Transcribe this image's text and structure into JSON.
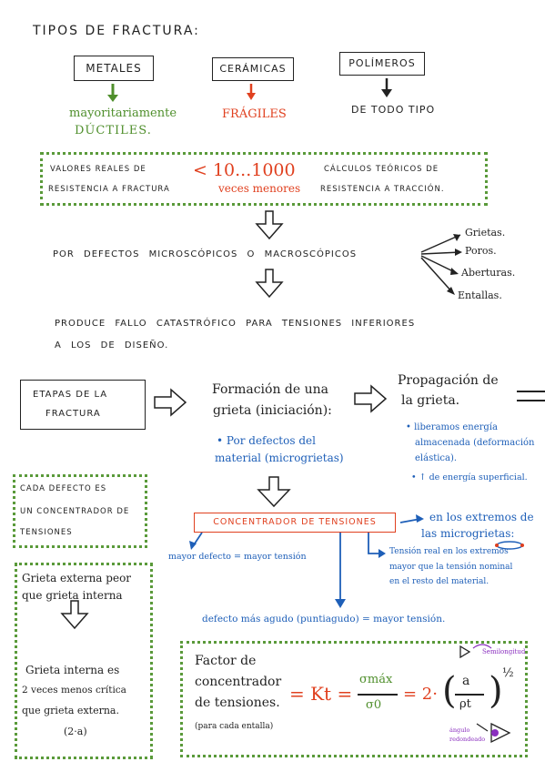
{
  "title": "TIPOS DE FRACTURA:",
  "types": {
    "metales": "METALES",
    "ceramicas": "CERÁMICAS",
    "polimeros": "POLÍMEROS",
    "metales_note_1": "mayoritariamente",
    "metales_note_2": "DÚCTILES.",
    "ceramicas_note": "FRÁGILES",
    "polimeros_note": "DE TODO TIPO"
  },
  "values_box": {
    "left_1": "VALORES REALES DE",
    "left_2": "RESISTENCIA A FRACTURA",
    "range": "< 10...1000",
    "range_note": "veces menores",
    "right_1": "CÁLCULOS TEÓRICOS DE",
    "right_2": "RESISTENCIA A TRACCIÓN."
  },
  "defects_line": "POR DEFECTOS MICROSCÓPICOS O MACROSCÓPICOS",
  "defect_list": [
    "Grietas.",
    "Poros.",
    "Aberturas.",
    "Entallas."
  ],
  "failure_1": "PRODUCE FALLO CATASTRÓFICO PARA TENSIONES INFERIORES",
  "failure_2": "A LOS DE DISEÑO.",
  "stages": {
    "box_1": "ETAPAS DE LA",
    "box_2": "FRACTURA",
    "formation_1": "Formación de una",
    "formation_2": "grieta (iniciación):",
    "formation_bullet_1": "• Por defectos del",
    "formation_bullet_2": "material (microgrietas)",
    "propagation_1": "Propagación de",
    "propagation_2": "la grieta.",
    "prop_b1_1": "• liberamos energía",
    "prop_b1_2": "almacenada (deformación",
    "prop_b1_3": "elástica).",
    "prop_b2": "• ↑ de energía superficial."
  },
  "concentrator": {
    "label": "CONCENTRADOR DE TENSIONES",
    "right_1": "en los extremos de",
    "right_2": "las microgrietas:",
    "left_note": "mayor defecto = mayor tensión",
    "real_1": "Tensión real en los extremos",
    "real_2": "mayor que la tensión nominal",
    "real_3": "en el resto del material.",
    "bottom_note": "defecto más agudo (puntiagudo) = mayor tensión."
  },
  "side_box_1": [
    "CADA DEFECTO ES",
    "UN CONCENTRADOR DE",
    "TENSIONES"
  ],
  "side_box_2": {
    "l1": "Grieta externa peor",
    "l2": "que grieta interna",
    "l3": "Grieta interna es",
    "l4": "2 veces menos crítica",
    "l5": "que grieta externa.",
    "l6": "(2·a)"
  },
  "formula": {
    "l1": "Factor de",
    "l2": "concentrador",
    "l3": "de tensiones.",
    "l4": "(para cada entalla)",
    "kt": "= Kt =",
    "num": "σmáx",
    "den": "σ0",
    "eq2": "= 2·",
    "a": "a",
    "rho": "ρt",
    "exp": "½",
    "sem": "Semilongitud",
    "ang_1": "ángulo",
    "ang_2": "redondeado"
  },
  "colors": {
    "green": "#4f8f2c",
    "red": "#e0401f",
    "blue": "#1e5fb8",
    "dotted": "#5a9a3a"
  }
}
